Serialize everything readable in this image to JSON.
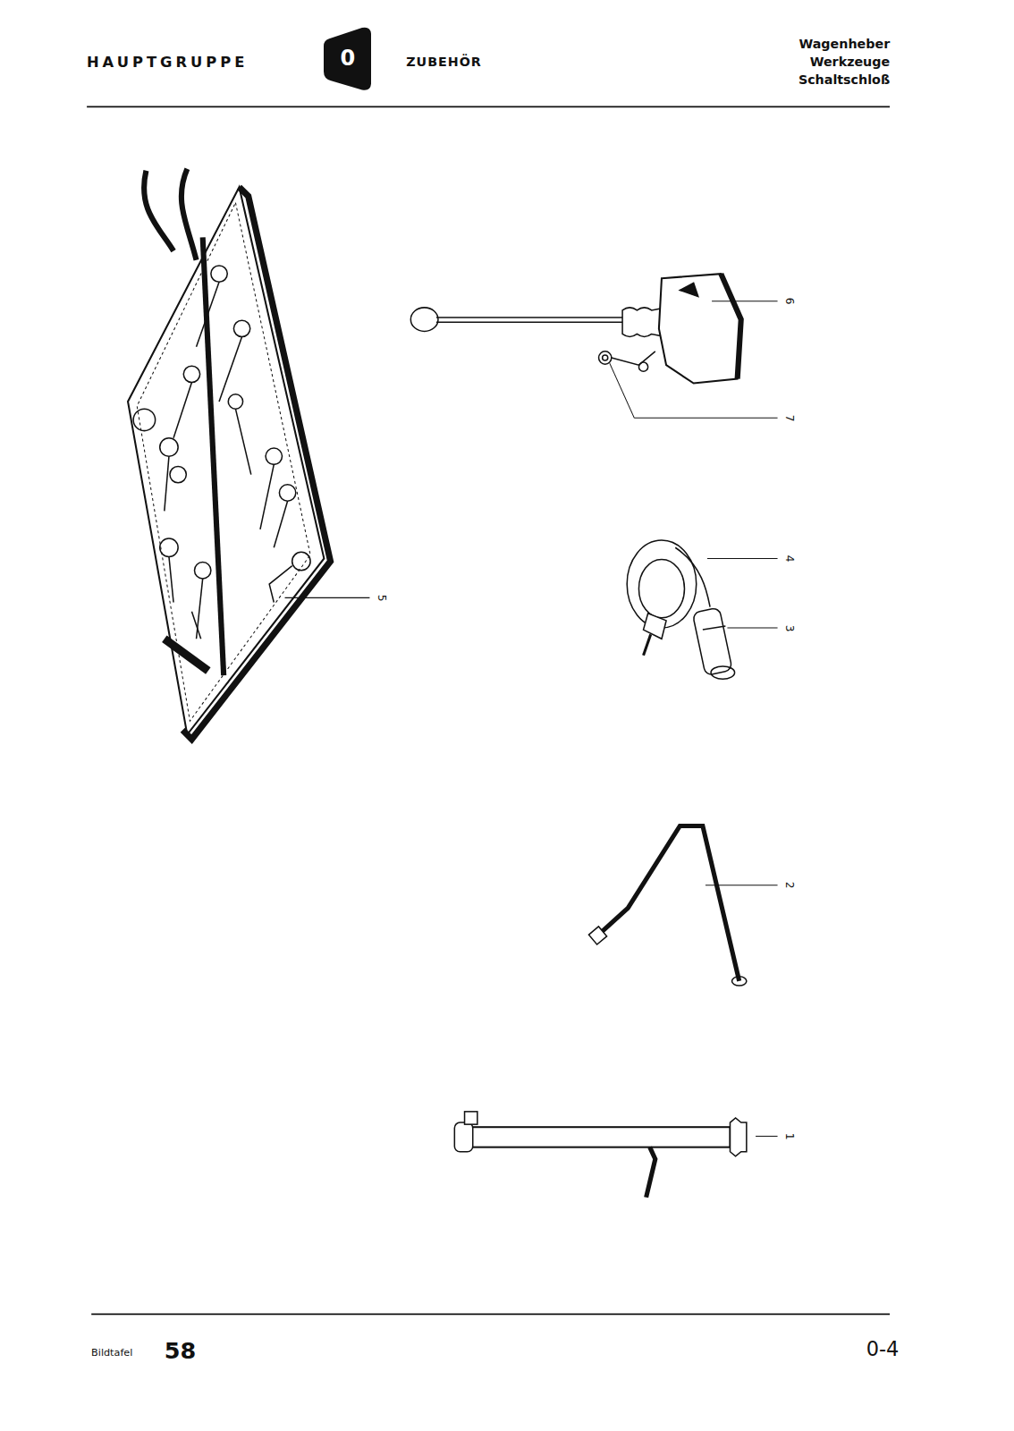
{
  "diagram": {
    "nodes": [
      {
        "text": [
          "0"
        ]
      }
    ],
    "labels": [
      "HAUPTGRUPPE",
      "ZUBEHÖR",
      "Wagenheber",
      "Werkzeuge",
      "Schaltschloß",
      "6",
      "7",
      "5",
      "4",
      "3",
      "2",
      "1",
      "Bildtafel",
      "58",
      "0-4"
    ]
  }
}
